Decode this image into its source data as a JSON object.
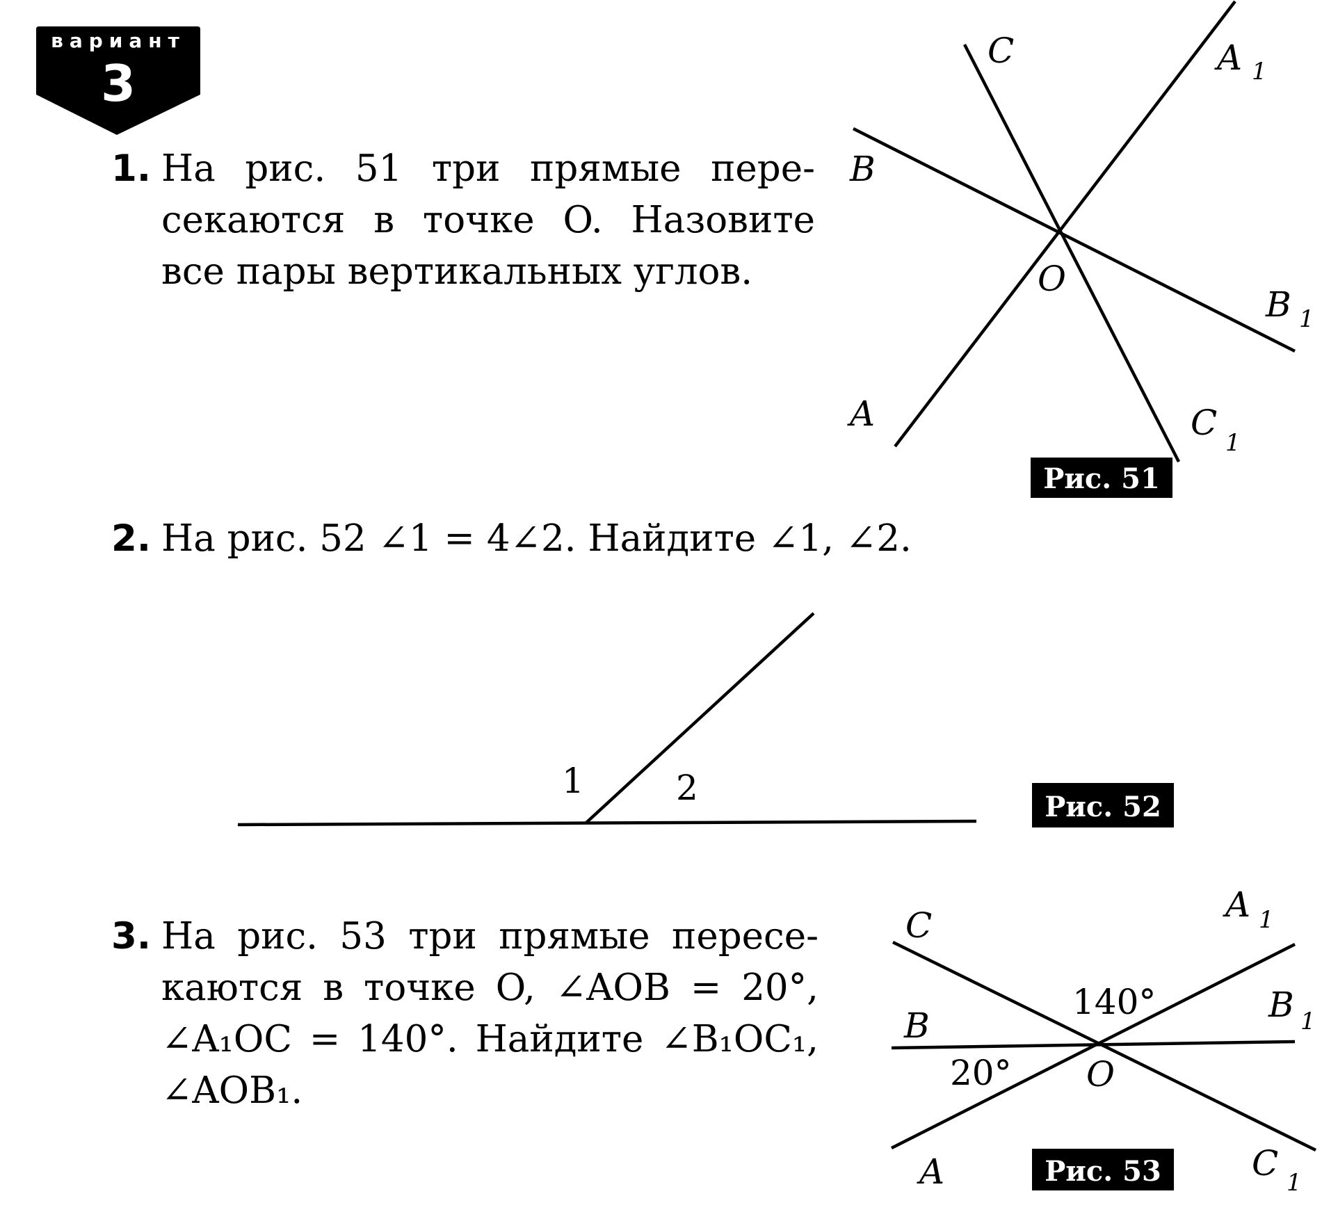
{
  "badge": {
    "word": "вариант",
    "number": "3"
  },
  "problems": [
    {
      "number": "1.",
      "lines": [
        "На рис. 51 три прямые пере-",
        "секаются в точке O. Назовите",
        "все пары вертикальных углов."
      ]
    },
    {
      "number": "2.",
      "lines": [
        "На рис. 52 ∠1 = 4∠2. Найдите ∠1, ∠2."
      ]
    },
    {
      "number": "3.",
      "lines": [
        "На рис. 53 три прямые пересе-",
        "каются в точке O, ∠AOB = 20°,",
        "∠A₁OC = 140°. Найдите ∠B₁OC₁,",
        "∠AOB₁."
      ]
    }
  ],
  "figures": {
    "fig51": {
      "caption": "Рис. 51",
      "labels": {
        "A": "A",
        "A1": "A",
        "A1_sub": "1",
        "B": "B",
        "B1": "B",
        "B1_sub": "1",
        "C": "C",
        "C1": "C",
        "C1_sub": "1",
        "O": "O"
      }
    },
    "fig52": {
      "caption": "Рис. 52",
      "labels": {
        "angle1": "1",
        "angle2": "2"
      }
    },
    "fig53": {
      "caption": "Рис. 53",
      "labels": {
        "A": "A",
        "A1": "A",
        "A1_sub": "1",
        "B": "B",
        "B1": "B",
        "B1_sub": "1",
        "C": "C",
        "C1": "C",
        "C1_sub": "1",
        "O": "O",
        "angle_140": "140°",
        "angle_20": "20°"
      }
    }
  }
}
